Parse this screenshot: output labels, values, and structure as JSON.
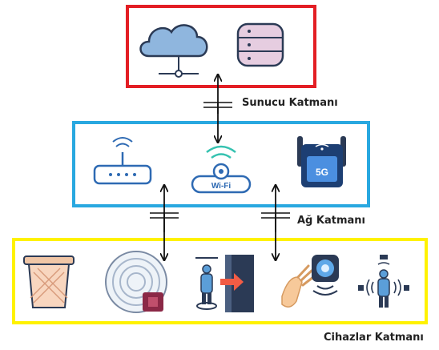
{
  "layers": {
    "server": {
      "label": "Sunucu Katmanı"
    },
    "network": {
      "label": "Ağ Katmanı"
    },
    "devices": {
      "label": "Cihazlar Katmanı"
    }
  },
  "icons": {
    "wifi_text": "Wi-Fi",
    "fiveg_text": "5G"
  },
  "colors": {
    "server_border": "#e31e24",
    "network_border": "#29a8e0",
    "device_border": "#fff200"
  }
}
